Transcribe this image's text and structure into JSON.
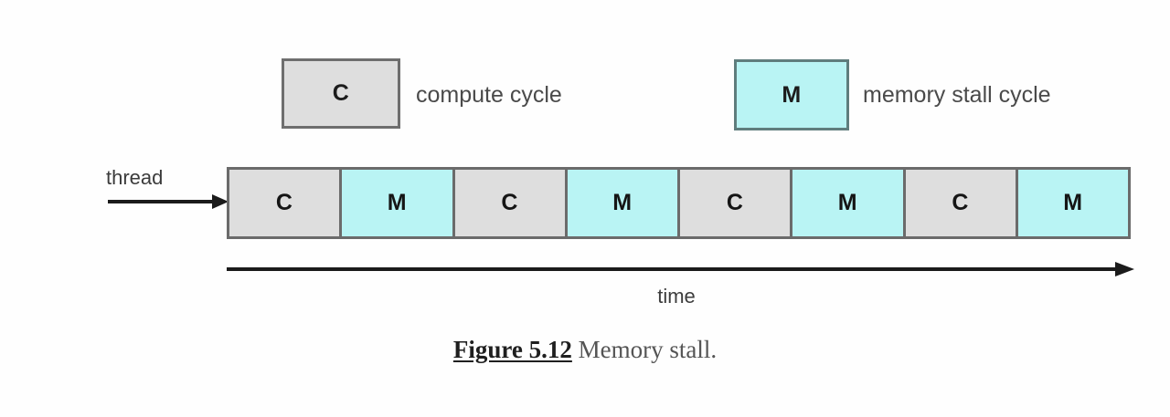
{
  "figure": {
    "caption_label": "Figure 5.12",
    "caption_text": " Memory stall."
  },
  "legend": {
    "items": [
      {
        "symbol": "C",
        "label": "compute cycle",
        "fill": "#dedede",
        "border": "#6e6e6e"
      },
      {
        "symbol": "M",
        "label": "memory stall cycle",
        "fill": "#b9f4f4",
        "border": "#5f7d7d"
      }
    ]
  },
  "thread": {
    "label": "thread",
    "arrow_icon": "arrow-right-icon"
  },
  "timeline": {
    "cells": [
      {
        "symbol": "C",
        "kind": "compute"
      },
      {
        "symbol": "M",
        "kind": "memory"
      },
      {
        "symbol": "C",
        "kind": "compute"
      },
      {
        "symbol": "M",
        "kind": "memory"
      },
      {
        "symbol": "C",
        "kind": "compute"
      },
      {
        "symbol": "M",
        "kind": "memory"
      },
      {
        "symbol": "C",
        "kind": "compute"
      },
      {
        "symbol": "M",
        "kind": "memory"
      }
    ]
  },
  "axis": {
    "label": "time",
    "arrow_icon": "arrow-right-icon"
  },
  "colors": {
    "compute_fill": "#dedede",
    "memory_fill": "#b9f4f4",
    "border": "#6b6b6b",
    "background": "#fefefe"
  }
}
